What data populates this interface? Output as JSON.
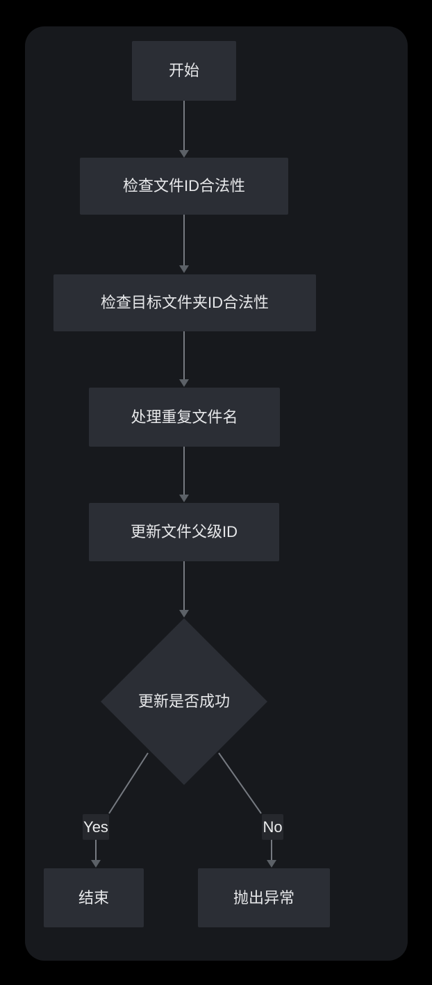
{
  "colors": {
    "page_background": "#000000",
    "canvas_background": "#17191d",
    "node_fill": "#2b2e35",
    "node_text": "#e7e8ea",
    "edge_line": "#767a81",
    "arrowhead": "#5c6167",
    "edge_label_background": "#26282d",
    "edge_label_text": "#ecedee"
  },
  "flowchart": {
    "direction": "top-down",
    "nodes": [
      {
        "id": "start",
        "shape": "rect",
        "label": "开始"
      },
      {
        "id": "check-file-id",
        "shape": "rect",
        "label": "检查文件ID合法性"
      },
      {
        "id": "check-folder-id",
        "shape": "rect",
        "label": "检查目标文件夹ID合法性"
      },
      {
        "id": "handle-duplicate-name",
        "shape": "rect",
        "label": "处理重复文件名"
      },
      {
        "id": "update-parent-id",
        "shape": "rect",
        "label": "更新文件父级ID"
      },
      {
        "id": "update-success",
        "shape": "diamond",
        "label": "更新是否成功"
      },
      {
        "id": "end",
        "shape": "rect",
        "label": "结束"
      },
      {
        "id": "throw-exception",
        "shape": "rect",
        "label": "抛出异常"
      }
    ],
    "edges": [
      {
        "from": "start",
        "to": "check-file-id",
        "label": ""
      },
      {
        "from": "check-file-id",
        "to": "check-folder-id",
        "label": ""
      },
      {
        "from": "check-folder-id",
        "to": "handle-duplicate-name",
        "label": ""
      },
      {
        "from": "handle-duplicate-name",
        "to": "update-parent-id",
        "label": ""
      },
      {
        "from": "update-parent-id",
        "to": "update-success",
        "label": ""
      },
      {
        "from": "update-success",
        "to": "end",
        "label": "Yes"
      },
      {
        "from": "update-success",
        "to": "throw-exception",
        "label": "No"
      }
    ]
  }
}
